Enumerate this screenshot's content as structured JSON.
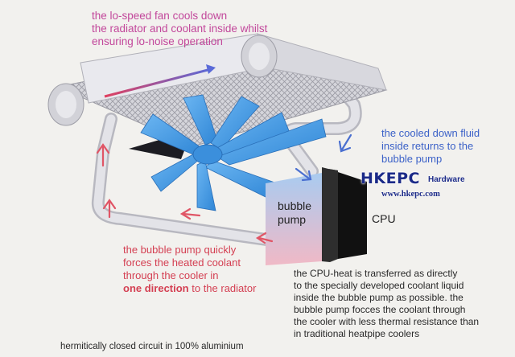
{
  "annotations": {
    "fan": [
      "the lo-speed fan cools down",
      "the radiator and coolant inside whilst",
      "ensuring lo-noise operation"
    ],
    "cooled": [
      "the cooled down fluid",
      "inside returns to the",
      "bubble pump"
    ],
    "pump_force": {
      "lines": [
        "the bubble pump quickly",
        "forces the heated coolant",
        "through the cooler  in"
      ],
      "emphasis": "one direction",
      "tail": " to the radiator"
    },
    "cpu_heat": [
      "the CPU-heat is transferred as directly",
      "to the specially developed coolant liquid",
      "inside the bubble pump as possible. the",
      "bubble pump focces the coolant through",
      "the cooler with less thermal resistance than",
      "in traditional heatpipe coolers"
    ],
    "footer": "hermitically closed circuit in 100% aluminium"
  },
  "labels": {
    "pump_line1": "bubble",
    "pump_line2": "pump",
    "cpu": "CPU"
  },
  "watermark": {
    "logo": "HKEPC",
    "sub": "Hardware",
    "url": "www.hkepc.com"
  },
  "colors": {
    "background": "#f2f1ee",
    "fan_blade": "#4aa2ea",
    "pipe": "#d9d9df",
    "pump_top": "#a9cbf0",
    "pump_bottom": "#f0b9c6",
    "cpu": "#1a1a1a",
    "arrow_red": "#e05566",
    "arrow_blue": "#4a6fd0"
  }
}
